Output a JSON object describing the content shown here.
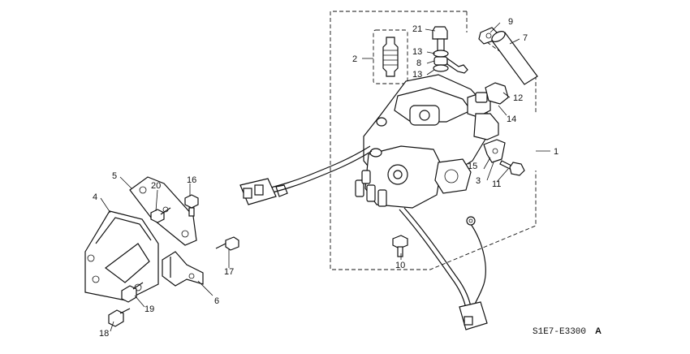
{
  "diagram": {
    "code": "S1E7-E3300",
    "code_suffix": "A",
    "callouts": [
      "1",
      "2",
      "3",
      "4",
      "5",
      "6",
      "7",
      "8",
      "9",
      "10",
      "11",
      "12",
      "13",
      "13",
      "14",
      "15",
      "16",
      "17",
      "18",
      "19",
      "20",
      "21"
    ]
  }
}
